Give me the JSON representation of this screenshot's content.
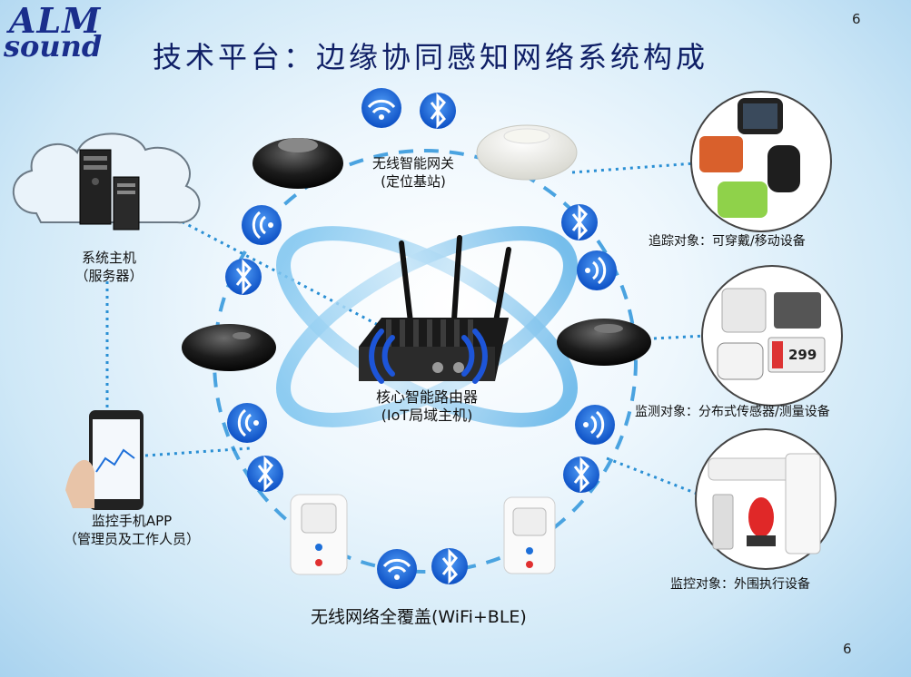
{
  "logo": {
    "line1": "ALM",
    "line2": "sound"
  },
  "title": "技术平台：边缘协同感知网络系统构成",
  "page_number_top": "6",
  "page_number_bottom": "6",
  "labels": {
    "gateway_line1": "无线智能网关",
    "gateway_line2": "(定位基站)",
    "server_line1": "系统主机",
    "server_line2": "（服务器）",
    "router_line1": "核心智能路由器",
    "router_line2": "(IoT局域主机)",
    "app_line1": "监控手机APP",
    "app_line2": "（管理员及工作人员）",
    "coverage": "无线网络全覆盖(WiFi+BLE)",
    "tracking": "追踪对象：可穿戴/移动设备",
    "monitoring": "监测对象：分布式传感器/测量设备",
    "control": "监控对象：外围执行设备"
  },
  "device_texts": {
    "sensor_reading": "299"
  },
  "colors": {
    "title": "#0f1f66",
    "logo": "#1a2e8c",
    "ring": "#4aa3e0",
    "icon_blue": "#1e6fd9",
    "link": "#2a8fd4"
  }
}
